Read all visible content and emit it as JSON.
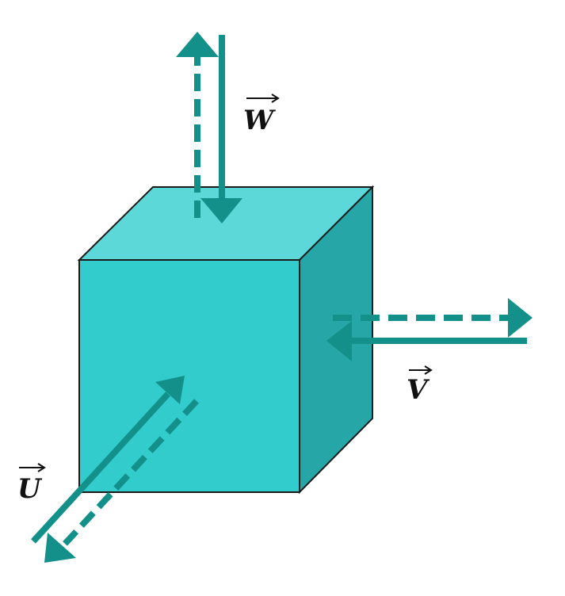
{
  "colors": {
    "cube_front": "#33cccc",
    "cube_top": "#5dd8d8",
    "cube_side": "#26a6a6",
    "cube_edge": "#1b1b1b",
    "arrow": "#13908a",
    "label": "#111111"
  },
  "vectors": [
    {
      "id": "w",
      "label": "W",
      "direction": "vertical"
    },
    {
      "id": "v",
      "label": "V",
      "direction": "horizontal"
    },
    {
      "id": "u",
      "label": "U",
      "direction": "diagonal"
    }
  ]
}
